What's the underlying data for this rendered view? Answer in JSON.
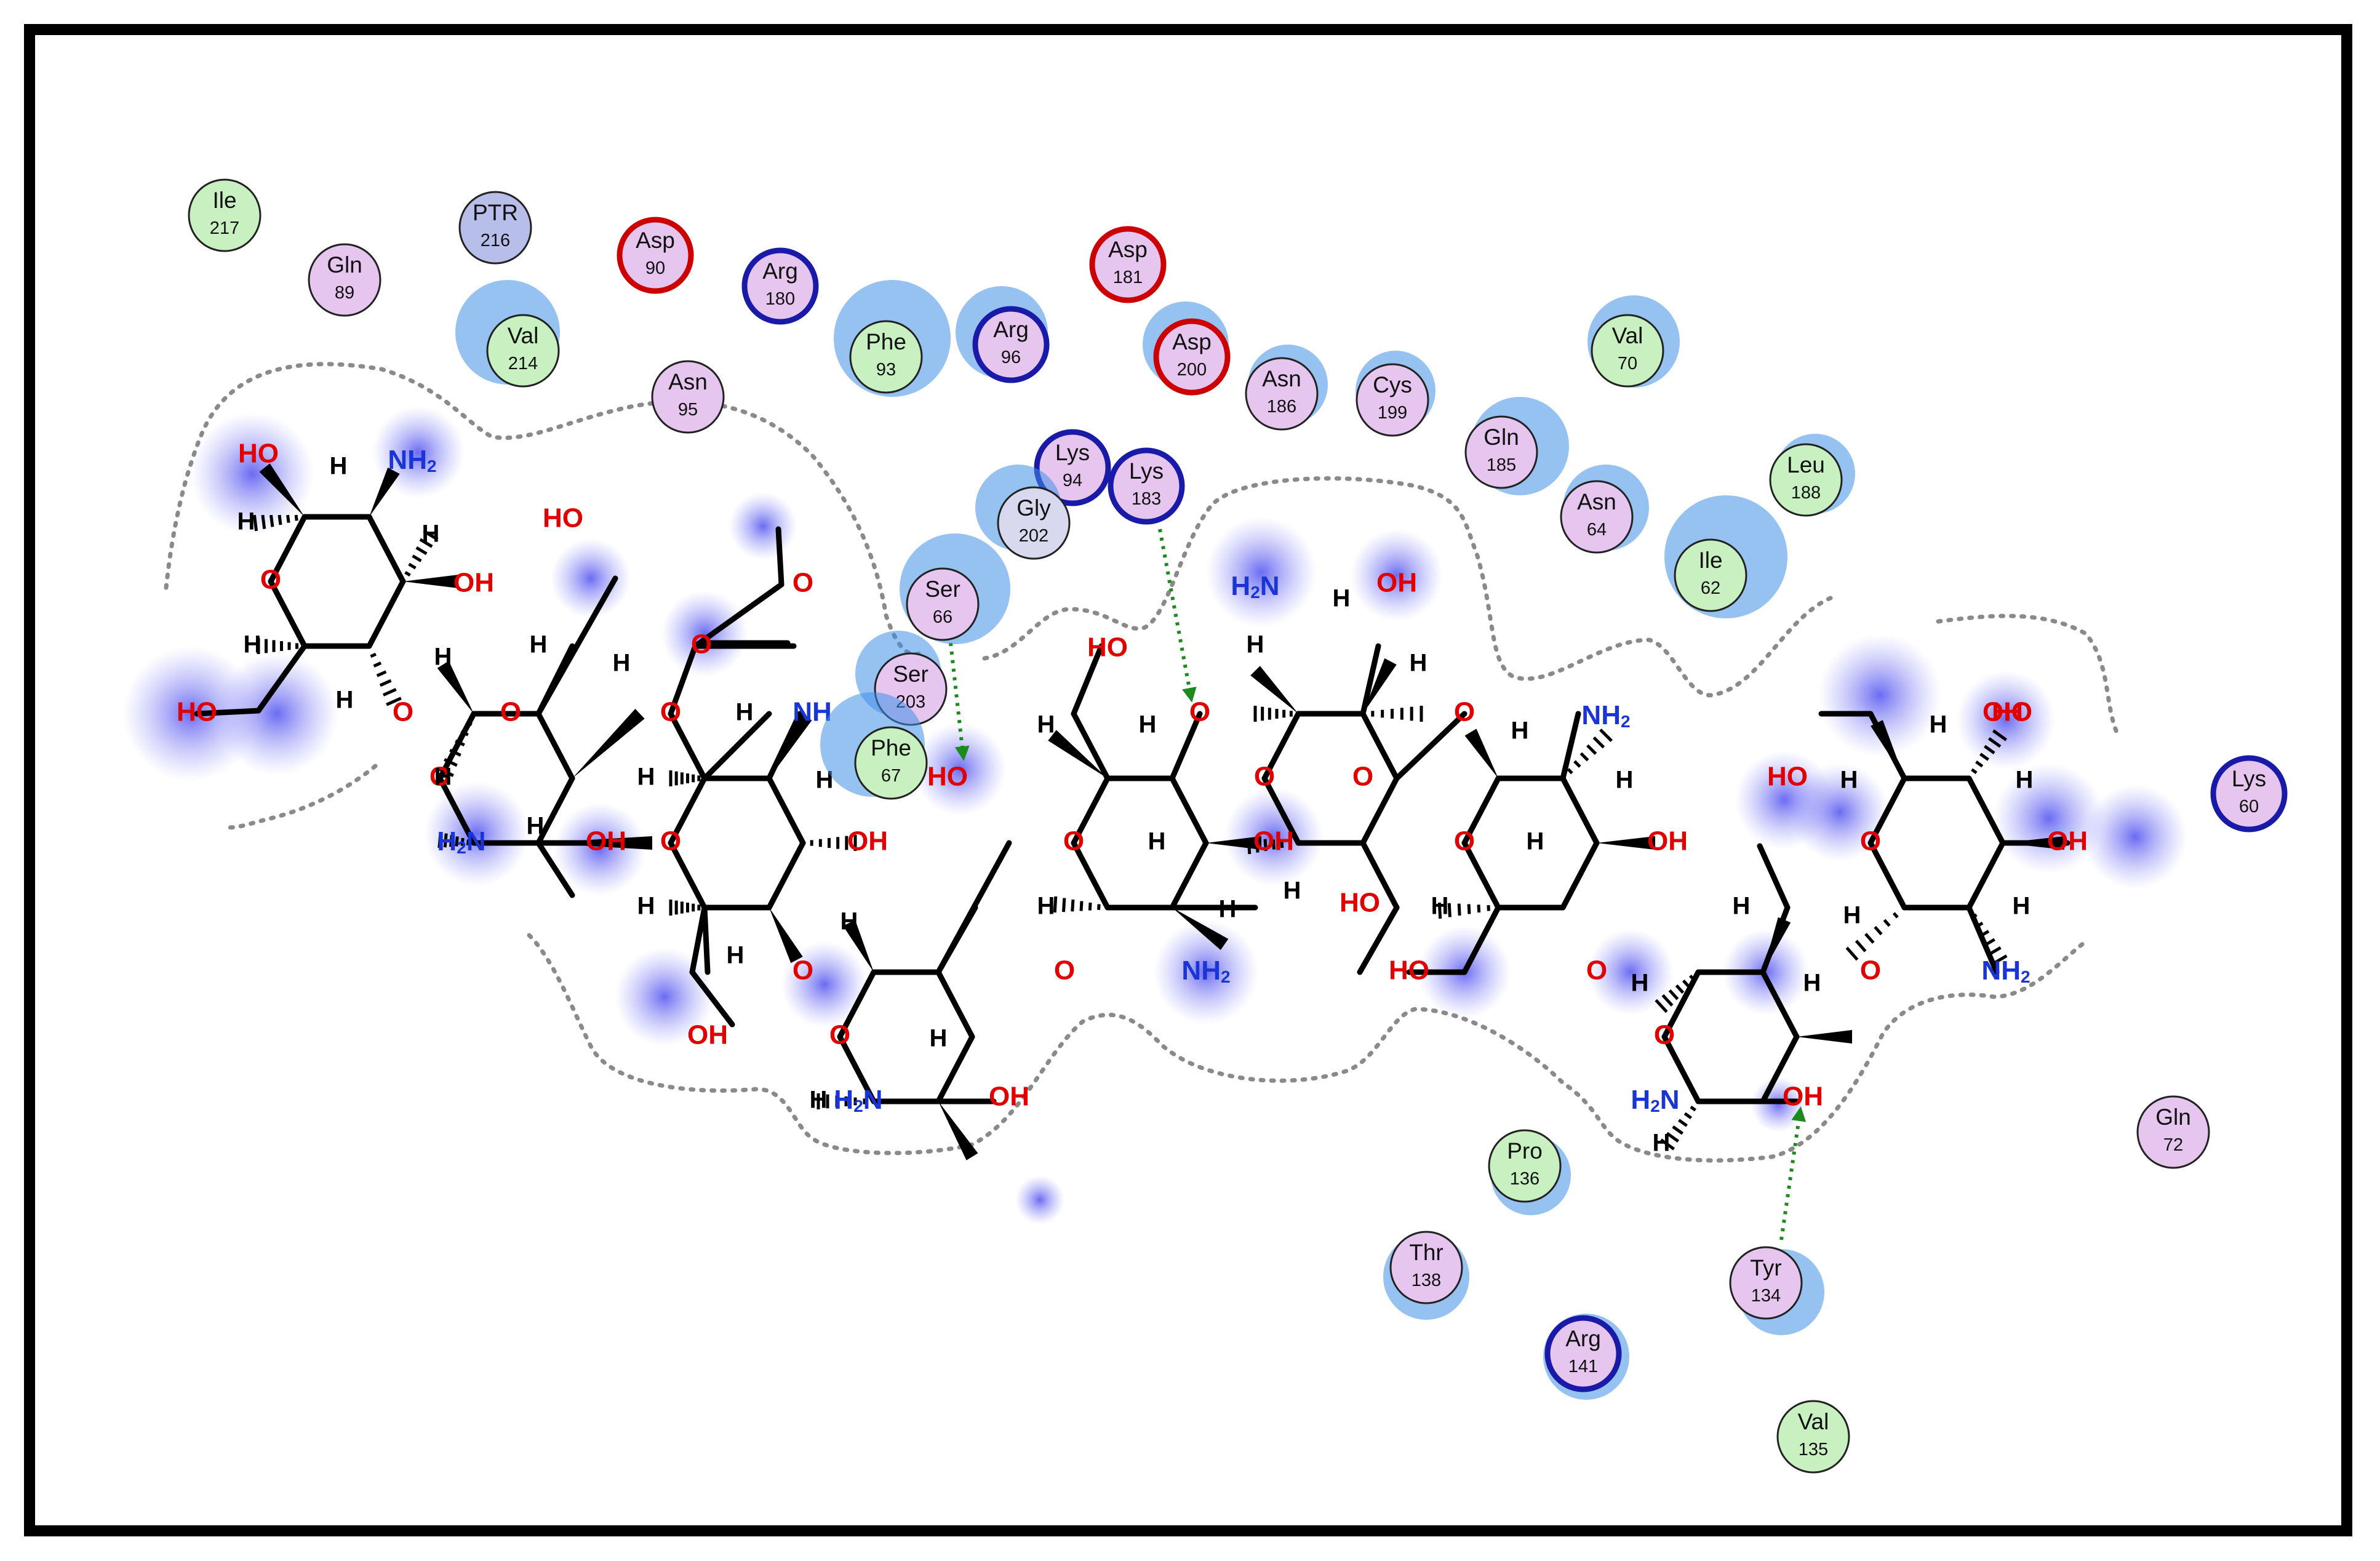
{
  "diagram": {
    "colors": {
      "frame": "#000000",
      "polar": "#e6c5ee",
      "hydrophobic": "#c8f0c0",
      "glycine": "#d8d8ee",
      "ptr": "#b7bee9",
      "negative_ring": "#cc0000",
      "positive_ring": "#1a1aa8",
      "exposure_halo": "#3f8fe8",
      "ligand_exposure": "#3333ee",
      "pocket_line": "#8a8a8a",
      "hbond": "#1d8a1d",
      "oxygen": "#e00000",
      "nitrogen": "#1a35d6",
      "carbon_bond": "#000000"
    },
    "atom_labels": [
      "HO",
      "NH2",
      "OH",
      "O",
      "H",
      "NH",
      "HO"
    ],
    "nitrogen_text": {
      "main": "NH",
      "amine_main": "H",
      "amine_n": "N",
      "sub": "2"
    },
    "residues": [
      {
        "name": "Ile",
        "num": "217",
        "kind": "hydrophobic",
        "ring": "none"
      },
      {
        "name": "Gln",
        "num": "89",
        "kind": "polar",
        "ring": "none"
      },
      {
        "name": "PTR",
        "num": "216",
        "kind": "ptr",
        "ring": "none"
      },
      {
        "name": "Val",
        "num": "214",
        "kind": "hydrophobic",
        "ring": "none"
      },
      {
        "name": "Asp",
        "num": "90",
        "kind": "polar",
        "ring": "negative"
      },
      {
        "name": "Asn",
        "num": "95",
        "kind": "polar",
        "ring": "none"
      },
      {
        "name": "Arg",
        "num": "180",
        "kind": "polar",
        "ring": "positive"
      },
      {
        "name": "Phe",
        "num": "93",
        "kind": "hydrophobic",
        "ring": "none"
      },
      {
        "name": "Arg",
        "num": "96",
        "kind": "polar",
        "ring": "positive"
      },
      {
        "name": "Asp",
        "num": "181",
        "kind": "polar",
        "ring": "negative"
      },
      {
        "name": "Asp",
        "num": "200",
        "kind": "polar",
        "ring": "negative"
      },
      {
        "name": "Asn",
        "num": "186",
        "kind": "polar",
        "ring": "none"
      },
      {
        "name": "Cys",
        "num": "199",
        "kind": "polar",
        "ring": "none"
      },
      {
        "name": "Val",
        "num": "70",
        "kind": "hydrophobic",
        "ring": "none"
      },
      {
        "name": "Lys",
        "num": "94",
        "kind": "polar",
        "ring": "positive"
      },
      {
        "name": "Lys",
        "num": "183",
        "kind": "polar",
        "ring": "positive"
      },
      {
        "name": "Gly",
        "num": "202",
        "kind": "glycine",
        "ring": "none"
      },
      {
        "name": "Gln",
        "num": "185",
        "kind": "polar",
        "ring": "none"
      },
      {
        "name": "Asn",
        "num": "64",
        "kind": "polar",
        "ring": "none"
      },
      {
        "name": "Leu",
        "num": "188",
        "kind": "hydrophobic",
        "ring": "none"
      },
      {
        "name": "Ile",
        "num": "62",
        "kind": "hydrophobic",
        "ring": "none"
      },
      {
        "name": "Ser",
        "num": "66",
        "kind": "polar",
        "ring": "none"
      },
      {
        "name": "Ser",
        "num": "203",
        "kind": "polar",
        "ring": "none"
      },
      {
        "name": "Phe",
        "num": "67",
        "kind": "hydrophobic",
        "ring": "none"
      },
      {
        "name": "Lys",
        "num": "60",
        "kind": "polar",
        "ring": "positive"
      },
      {
        "name": "Gln",
        "num": "72",
        "kind": "polar",
        "ring": "none"
      },
      {
        "name": "Pro",
        "num": "136",
        "kind": "hydrophobic",
        "ring": "none"
      },
      {
        "name": "Thr",
        "num": "138",
        "kind": "polar",
        "ring": "none"
      },
      {
        "name": "Tyr",
        "num": "134",
        "kind": "polar",
        "ring": "none"
      },
      {
        "name": "Arg",
        "num": "141",
        "kind": "polar",
        "ring": "positive"
      },
      {
        "name": "Val",
        "num": "135",
        "kind": "hydrophobic",
        "ring": "none"
      }
    ]
  }
}
